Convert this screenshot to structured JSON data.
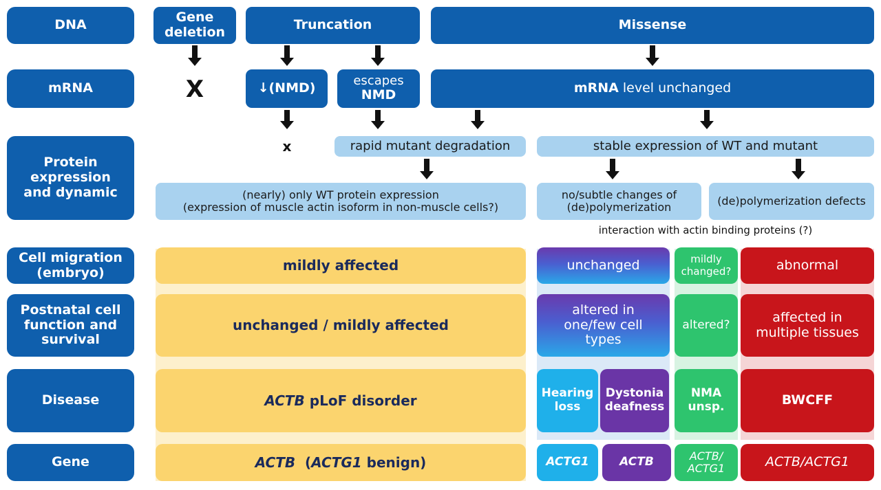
{
  "rows": {
    "dna": "DNA",
    "mrna": "mRNA",
    "protein": "Protein expression and dynamic",
    "migration": "Cell migration (embryo)",
    "postnatal": "Postnatal cell function and survival",
    "disease": "Disease",
    "gene": "Gene"
  },
  "dna": {
    "gene_deletion": "Gene deletion",
    "truncation": "Truncation",
    "missense": "Missense"
  },
  "mrna": {
    "deletion_mark": "X",
    "nmd_decrease": "↓(NMD)",
    "escapes_line1": "escapes",
    "escapes_line2": "NMD",
    "unchanged_bold": "mRNA",
    "unchanged_rest": " level unchanged"
  },
  "protein": {
    "nmd_mark": "x",
    "rapid_degradation": "rapid mutant degradation",
    "stable_expression": "stable expression of WT and mutant",
    "wt_only_line1": "(nearly) only WT protein expression",
    "wt_only_line2": "(expression of muscle actin isoform in non-muscle cells?)",
    "subtle_line1": "no/subtle changes of",
    "subtle_line2": "(de)polymerization",
    "defects": "(de)polymerization defects",
    "interaction_note": "interaction with actin binding proteins (?)"
  },
  "migration": {
    "mild": "mildly affected",
    "unchanged": "unchanged",
    "mildly_changed": "mildly changed?",
    "abnormal": "abnormal"
  },
  "postnatal": {
    "mild": "unchanged / mildly affected",
    "altered_few": "altered in one/few cell types",
    "altered_q": "altered?",
    "affected_multi": "affected in multiple tissues"
  },
  "disease": {
    "plof_gene": "ACTB",
    "plof_rest": " pLoF disorder",
    "hearing": "Hearing loss",
    "dystonia": "Dystonia deafness",
    "nma": "NMA unsp.",
    "bwcff": "BWCFF"
  },
  "gene": {
    "plof_g1": "ACTB",
    "plof_g2": "ACTG1",
    "plof_benign": " benign)",
    "hearing": "ACTG1",
    "dystonia": "ACTB",
    "nma": "ACTB/ ACTG1",
    "bwcff": "ACTB/ACTG1"
  },
  "colors": {
    "dark_blue": "#0f5fad",
    "light_blue": "#a9d2ef",
    "yellow": "#fbd46e",
    "purple": "#6a35a6",
    "cyan": "#1fb0ea",
    "green": "#2ec46e",
    "red": "#c8151b"
  }
}
